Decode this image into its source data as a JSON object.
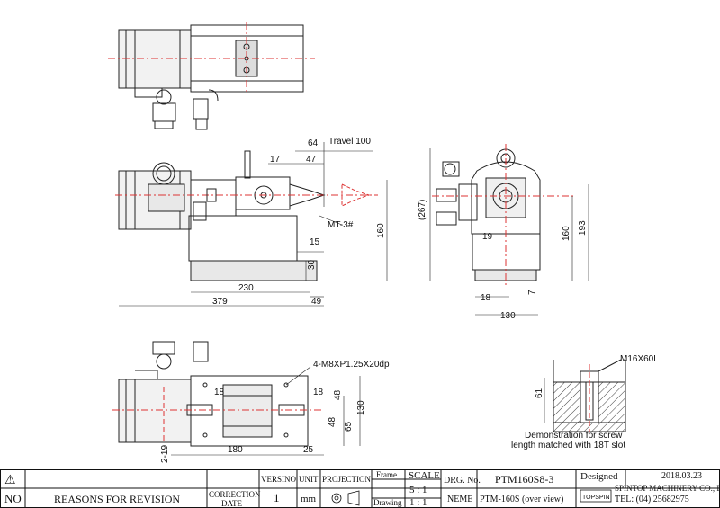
{
  "drawing": {
    "travel_label": "Travel 100",
    "taper_label": "MT-3#",
    "screw_callout": "4-M8XP1.25X20dp",
    "bolt_label": "M16X60L",
    "demo_note_line1": "Demonstration for screw",
    "demo_note_line2": "length matched with 18T slot",
    "dims": {
      "d64": "64",
      "d17": "17",
      "d47": "47",
      "d15": "15",
      "d30": "30",
      "d160_front": "160",
      "d230": "230",
      "d379": "379",
      "d49": "49",
      "d267": "(267)",
      "d19": "19",
      "d160_side": "160",
      "d193": "193",
      "d18_side": "18",
      "d7": "7",
      "d130_side": "130",
      "d18_top": "18",
      "d18_top_r": "18",
      "d48_a": "48",
      "d48_b": "48",
      "d65": "65",
      "d130_top": "130",
      "d180": "180",
      "d25": "25",
      "d2_19": "2-19",
      "d61": "61"
    }
  },
  "title_block": {
    "rev_no_label": "NO",
    "reasons_label": "REASONS FOR REVISION",
    "correction_label": "CORRECTION",
    "date_label": "DATE",
    "version_label": "VERSINO",
    "version_value": "1",
    "unit_label": "UNIT",
    "unit_value": "mm",
    "projection_label": "PROJECTION",
    "frame_label": "Frame",
    "drawing_label": "Drawing",
    "scale_label": "SCALE",
    "scale_frame": "5 : 1",
    "scale_drawing": "1 : 1",
    "drg_no_label": "DRG. No.",
    "drg_no_value": "PTM160S8-3",
    "name_label": "NEME",
    "name_value": "PTM-160S (over view)",
    "designed_label": "Designed",
    "date_value": "2018.03.23",
    "company": "SPINTOP MACHINERY CO., LTD.",
    "tel": "TEL: (04) 25682975",
    "logo_text": "TOPSPIN"
  }
}
